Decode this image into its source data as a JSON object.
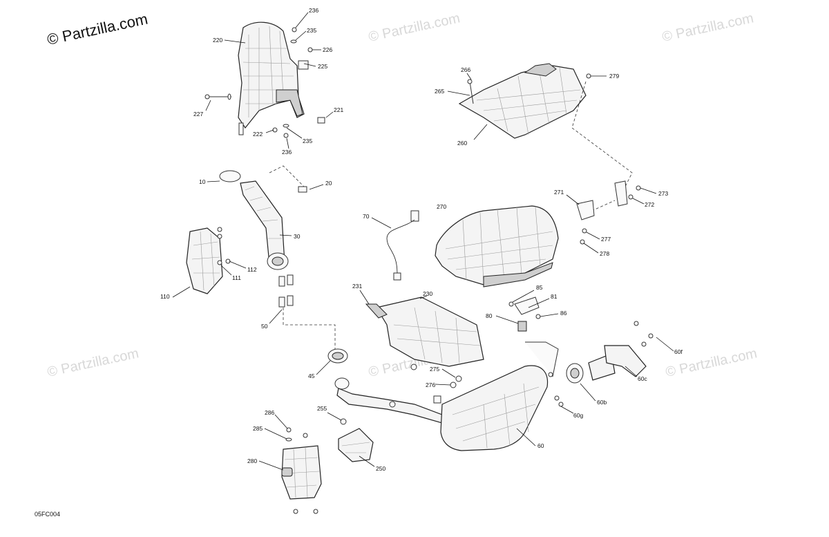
{
  "copyright": "© Partzilla.com",
  "watermark": "© Partzilla.com",
  "drawing_code": "05FC004",
  "callouts": [
    "236",
    "235",
    "226",
    "225",
    "220",
    "227",
    "221",
    "222",
    "235",
    "236",
    "10",
    "20",
    "30",
    "110",
    "112",
    "111",
    "50",
    "45",
    "70",
    "231",
    "230",
    "275",
    "276",
    "255",
    "250",
    "286",
    "285",
    "280",
    "266",
    "265",
    "260",
    "279",
    "270",
    "271",
    "273",
    "272",
    "277",
    "278",
    "85",
    "81",
    "86",
    "80",
    "60",
    "60f",
    "60c",
    "60b",
    "60g"
  ]
}
